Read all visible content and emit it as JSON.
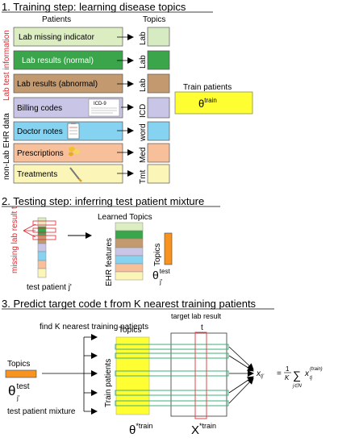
{
  "section1": {
    "heading": "1. Training step: learning disease topics",
    "patients_label": "Patients",
    "topics_label": "Topics",
    "side_lab": "Lab test information",
    "side_ehr": "non-Lab EHR data",
    "rows": [
      {
        "label": "Lab missing indicator",
        "topic": "Lab",
        "color": "#dcedc2",
        "topic_color": "#d6ebc2"
      },
      {
        "label": "Lab results (normal)",
        "topic": "Lab",
        "color": "#3aa54a",
        "topic_color": "#3aa54a"
      },
      {
        "label": "Lab results (abnormal)",
        "topic": "Lab",
        "color": "#c39a6f",
        "topic_color": "#c39a6f"
      },
      {
        "label": "Billing codes",
        "topic": "ICD",
        "color": "#c9c5e6",
        "topic_color": "#c9c5e6"
      },
      {
        "label": "Doctor notes",
        "topic": "word",
        "color": "#86d3f1",
        "topic_color": "#86d3f1"
      },
      {
        "label": "Prescriptions",
        "topic": "Med",
        "color": "#f8c09a",
        "topic_color": "#f8c09a"
      },
      {
        "label": "Treatments",
        "topic": "Tmt",
        "color": "#fbf5b8",
        "topic_color": "#fbf5b8"
      }
    ],
    "billing_icon_text": "ICD-9",
    "train_patients_label": "Train patients",
    "theta_train": "θ",
    "theta_train_sup": "train",
    "theta_color": "#fefe32"
  },
  "section2": {
    "heading": "2. Testing step: inferring test patient mixture",
    "missing_label": "missing lab result t",
    "test_patient_label": "test patient j'",
    "learned_topics_label": "Learned Topics",
    "ehr_features_label": "EHR features",
    "topics_label": "Topics",
    "theta": "θ",
    "theta_sup": "test",
    "theta_sub": "j'",
    "theta_color": "#f7931e"
  },
  "section3": {
    "heading": "3. Predict target code t from K nearest training patients",
    "find_k_label": "find K nearest training patients",
    "topics_label": "Topics",
    "target_label": "target lab result",
    "target_t": "t",
    "train_patients_label": "Train patients",
    "left_topics_label": "Topics",
    "theta": "θ",
    "theta_sup": "test",
    "theta_sub": "j'",
    "test_mixture_label": "test patient mixture",
    "theta_bottom": "θ",
    "theta_bottom_sup": "*train",
    "x_bottom": "X",
    "x_bottom_sup": "*train",
    "formula_lhs": "x",
    "formula_lhs_sub": "tj'",
    "formula_frac_num": "1",
    "formula_frac_den": "K",
    "formula_sum_sub": "j∈N",
    "formula_rhs": "x",
    "formula_rhs_sub": "tj",
    "formula_rhs_sup": "(train)",
    "highlight_color": "#3db07a",
    "target_color": "#e0464b"
  }
}
